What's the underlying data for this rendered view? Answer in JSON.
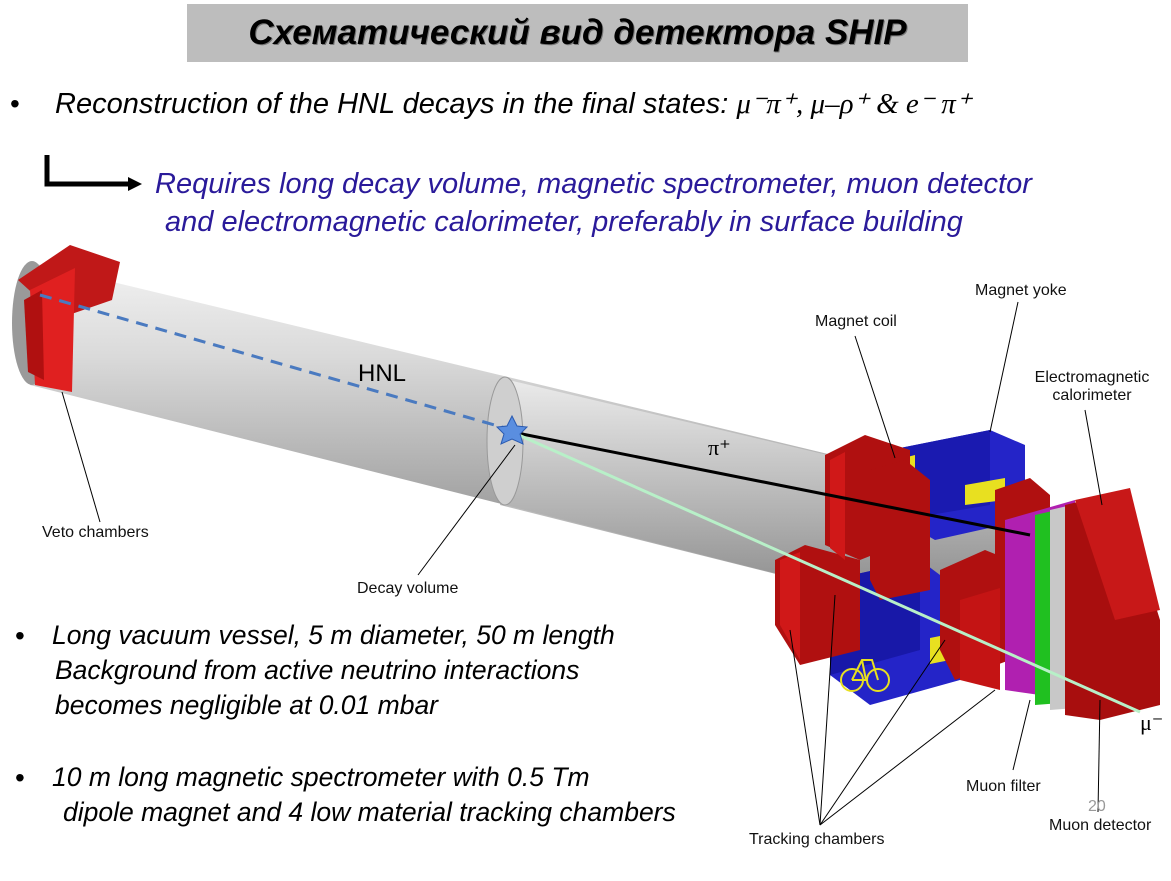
{
  "title": "Схематический вид детектора SHIP",
  "reco": {
    "bullet": "•",
    "text": "Reconstruction of the HNL decays in the final states: ",
    "states": "μ⁻π⁺, μ–ρ⁺ &  e⁻ π⁺"
  },
  "requires": {
    "line1": "Requires long decay volume, magnetic spectrometer, muon detector",
    "line2": "and electromagnetic calorimeter, preferably in surface building"
  },
  "bullets": [
    {
      "mark": "•",
      "lines": [
        "Long vacuum vessel, 5 m diameter, 50 m length",
        "Background from active neutrino interactions",
        "becomes negligible at 0.01 mbar"
      ]
    },
    {
      "mark": "•",
      "lines": [
        "10 m long magnetic spectrometer with 0.5 Tm",
        "dipole magnet and 4 low material tracking chambers"
      ]
    }
  ],
  "labels": {
    "hnl": "HNL",
    "pi_plus": "π⁺",
    "mu_minus": "μ⁻",
    "veto_chambers": "Veto chambers",
    "decay_volume": "Decay volume",
    "magnet_coil": "Magnet coil",
    "magnet_yoke": "Magnet yoke",
    "em_calorimeter_1": "Electromagnetic",
    "em_calorimeter_2": "calorimeter",
    "muon_filter": "Muon filter",
    "muon_detector": "Muon detector",
    "tracking_chambers": "Tracking chambers"
  },
  "page_number": "20",
  "colors": {
    "title_bg": "#bdbdbd",
    "requires_text": "#2a1a9a",
    "magnet_red": "#b01010",
    "yoke_blue": "#2020c0",
    "coil_yellow": "#e8e020",
    "muon_track": "#b8f0c8",
    "hnl_line": "#4a7ac0"
  }
}
